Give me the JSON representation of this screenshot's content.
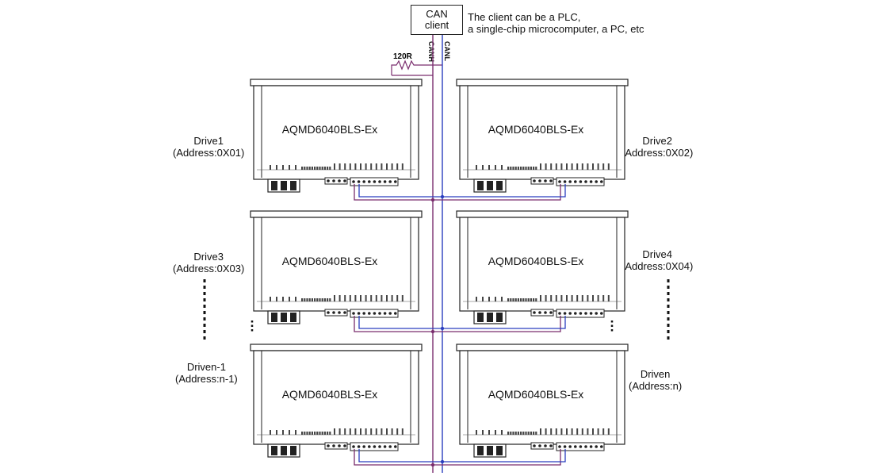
{
  "client": {
    "title_line1": "CAN",
    "title_line2": "client",
    "note_line1": "The client can be a PLC,",
    "note_line2": "a single-chip microcomputer, a PC, etc"
  },
  "bus": {
    "canh_label": "CANH",
    "canl_label": "CANL",
    "resistor_label": "120R",
    "canh_color": "#7a2e6e",
    "canl_color": "#2b3fbf"
  },
  "drives": [
    {
      "name": "Drive1",
      "address": "(Address:0X01)",
      "model": "AQMD6040BLS-Ex"
    },
    {
      "name": "Drive2",
      "address": "(Address:0X02)",
      "model": "AQMD6040BLS-Ex"
    },
    {
      "name": "Drive3",
      "address": "(Address:0X03)",
      "model": "AQMD6040BLS-Ex"
    },
    {
      "name": "Drive4",
      "address": "(Address:0X04)",
      "model": "AQMD6040BLS-Ex"
    },
    {
      "name": "Driven-1",
      "address": "(Address:n-1)",
      "model": "AQMD6040BLS-Ex"
    },
    {
      "name": "Driven",
      "address": "(Address:n)",
      "model": "AQMD6040BLS-Ex"
    }
  ]
}
